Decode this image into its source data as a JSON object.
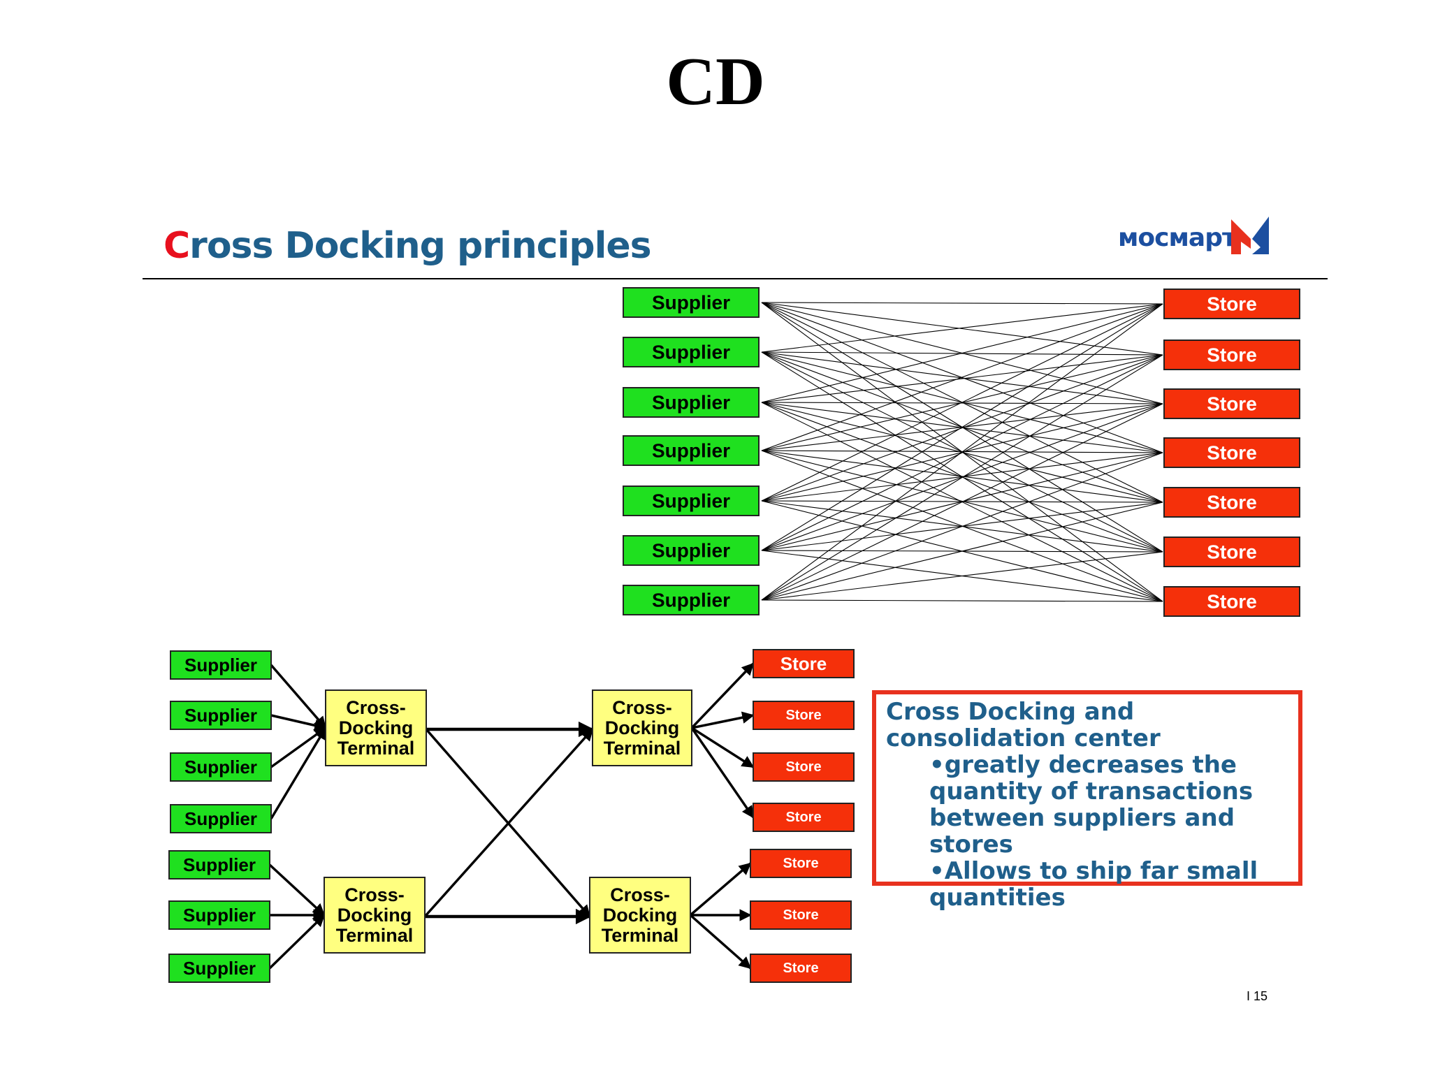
{
  "page_title": "CD",
  "slide": {
    "heading_first_letter": "C",
    "heading_rest": "ross Docking principles",
    "logo_text": "мосмарт",
    "page_number": "I 15"
  },
  "labels": {
    "supplier": "Supplier",
    "store": "Store",
    "terminal": [
      "Cross-",
      "Docking",
      "Terminal"
    ]
  },
  "note": {
    "title": "Cross Docking and consolidation center",
    "bullets": [
      "•greatly decreases the quantity of transactions between suppliers and stores",
      "•Allows to ship far small quantities"
    ]
  },
  "colors": {
    "supplier_fill": "#1fe01f",
    "store_fill": "#f5300a",
    "terminal_fill": "#ffff80",
    "accent_blue": "#1f5f8b",
    "accent_red": "#e8101e",
    "logo_blue": "#1c4fa0",
    "logo_red": "#e8311e"
  }
}
